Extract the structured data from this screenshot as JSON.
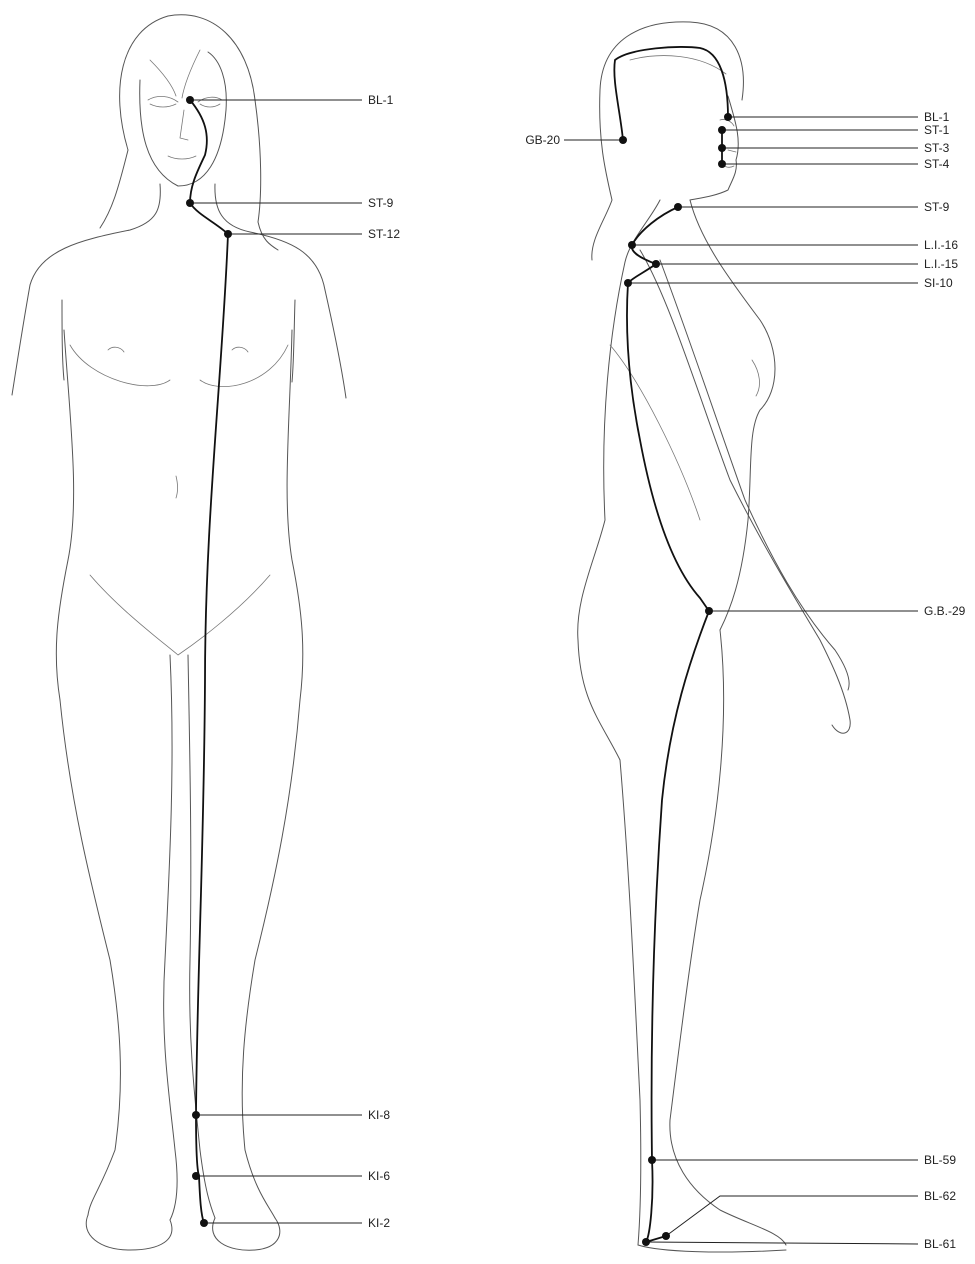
{
  "figures": [
    {
      "id": "front-view",
      "labels": [
        "BL-1",
        "ST-9",
        "ST-12",
        "KI-8",
        "KI-6",
        "KI-2"
      ]
    },
    {
      "id": "side-view",
      "labels": [
        "GB-20",
        "BL-1",
        "ST-1",
        "ST-3",
        "ST-4",
        "ST-9",
        "L.I.-16",
        "L.I.-15",
        "SI-10",
        "G.B.-29",
        "BL-59",
        "BL-62",
        "BL-61"
      ]
    }
  ],
  "colors": {
    "channel": "#111111",
    "outline": "#555555",
    "background": "#ffffff"
  }
}
